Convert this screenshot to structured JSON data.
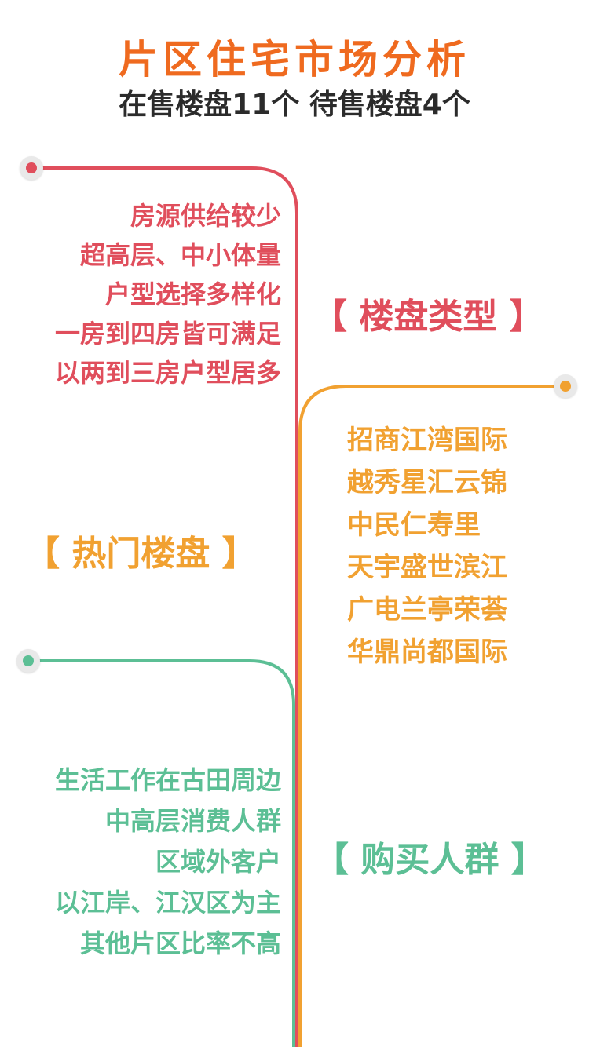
{
  "header": {
    "title": "片区住宅市场分析",
    "subtitle": "在售楼盘11个 待售楼盘4个"
  },
  "sections": {
    "types": {
      "heading": "【 楼盘类型 】",
      "lines": [
        "房源供给较少",
        "超高层、中小体量",
        "户型选择多样化",
        "一房到四房皆可满足",
        "以两到三房户型居多"
      ]
    },
    "hot": {
      "heading": "【 热门楼盘 】",
      "lines": [
        "招商江湾国际",
        "越秀星汇云锦",
        "中民仁寿里",
        "天宇盛世滨江",
        "广电兰亭荣荟",
        "华鼎尚都国际"
      ]
    },
    "buyers": {
      "heading": "【 购买人群 】",
      "lines": [
        "生活工作在古田周边",
        "中高层消费人群",
        "区域外客户",
        "以江岸、江汉区为主",
        "其他片区比率不高"
      ]
    }
  },
  "colors": {
    "title": "#ef6a1f",
    "red": "#e04e5c",
    "orange": "#f1a131",
    "green": "#5cbf95"
  }
}
